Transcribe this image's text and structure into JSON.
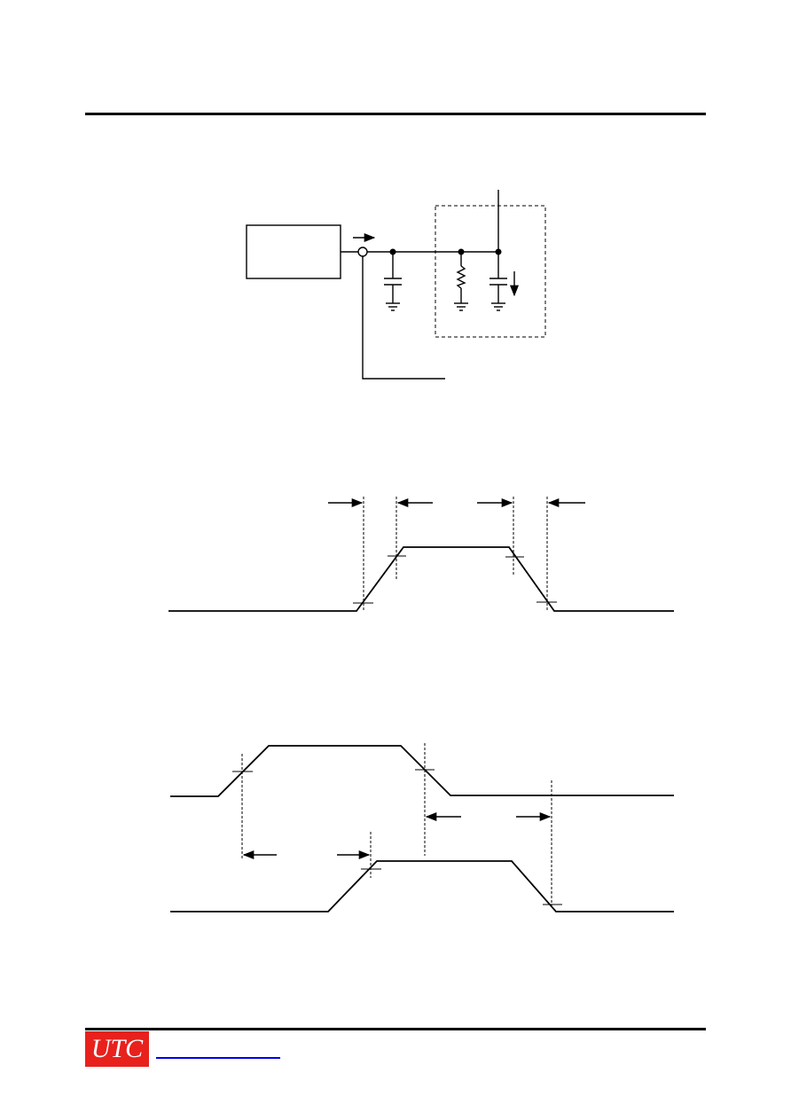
{
  "logo": {
    "text": "UTC",
    "background": "#e8211d",
    "text_color": "#ffffff"
  },
  "footer": {
    "link_color": "#0000ee"
  },
  "figures": [
    {
      "id": "test-circuit",
      "kind": "circuit"
    },
    {
      "id": "switching-waveform",
      "kind": "timing"
    },
    {
      "id": "propagation-delay-waveform",
      "kind": "timing"
    }
  ]
}
